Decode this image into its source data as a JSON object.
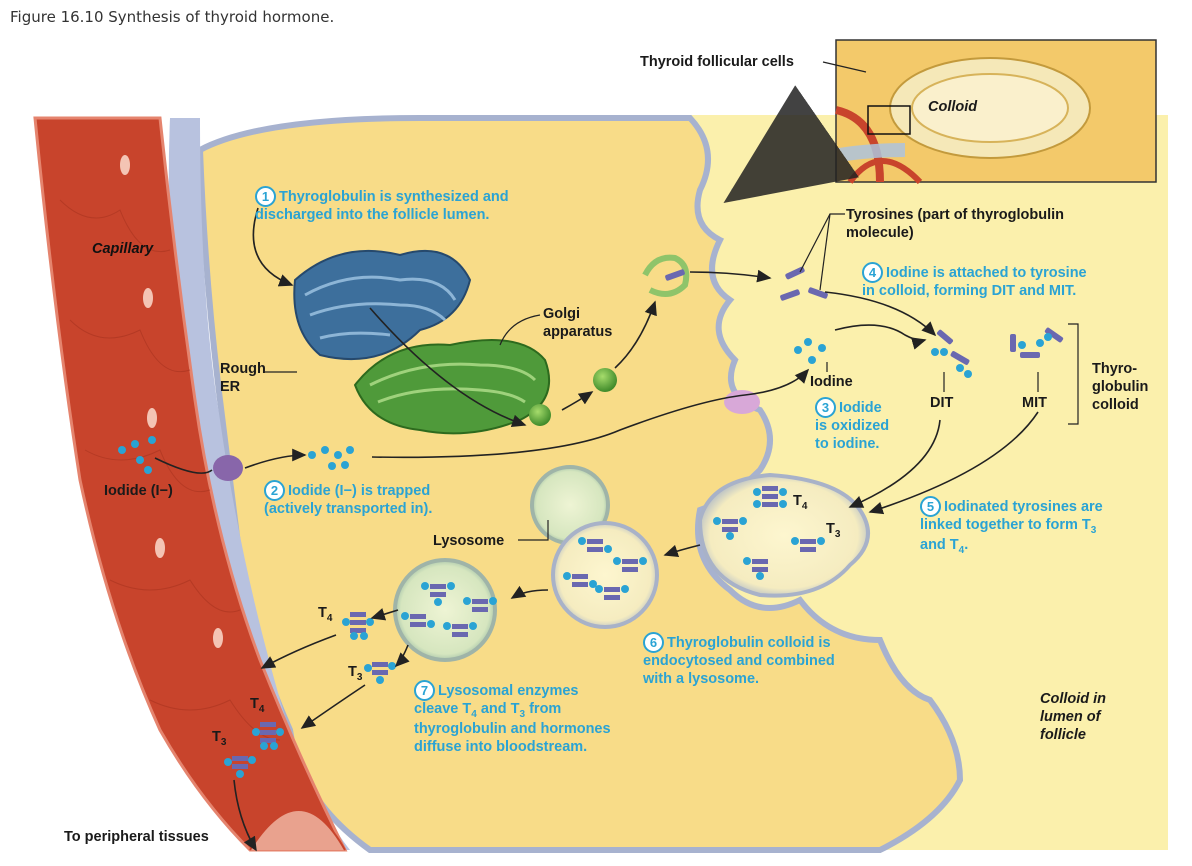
{
  "figure": {
    "caption": "Figure 16.10  Synthesis of thyroid hormone."
  },
  "labels": {
    "thyroid_cells": "Thyroid follicular cells",
    "colloid_inset": "Colloid",
    "capillary": "Capillary",
    "rough_er_1": "Rough",
    "rough_er_2": "ER",
    "golgi_1": "Golgi",
    "golgi_2": "apparatus",
    "tyrosines_1": "Tyrosines (part of thyroglobulin",
    "tyrosines_2": "molecule)",
    "iodine": "Iodine",
    "dit": "DIT",
    "mit": "MIT",
    "thyro_1": "Thyro-",
    "thyro_2": "globulin",
    "thyro_3": "colloid",
    "iodide": "Iodide (I−)",
    "lysosome": "Lysosome",
    "t4": "T",
    "t3": "T",
    "sub4": "4",
    "sub3": "3",
    "to_peripheral": "To peripheral tissues",
    "colloid_lumen_1": "Colloid in",
    "colloid_lumen_2": "lumen of",
    "colloid_lumen_3": "follicle"
  },
  "steps": {
    "s1_num": "1",
    "s1_l1": "Thyroglobulin is synthesized and",
    "s1_l2": "discharged into the follicle lumen.",
    "s2_num": "2",
    "s2_l1": "Iodide (I−) is trapped",
    "s2_l2": "(actively transported in).",
    "s3_num": "3",
    "s3_l1": "Iodide",
    "s3_l2": "is oxidized",
    "s3_l3": "to iodine.",
    "s4_num": "4",
    "s4_l1": "Iodine is attached to tyrosine",
    "s4_l2": "in colloid, forming DIT and MIT.",
    "s5_num": "5",
    "s5_l1": "Iodinated tyrosines are",
    "s5_l2a": "linked together to form T",
    "s5_l2b": "3",
    "s5_l3a": "and T",
    "s5_l3b": "4",
    "s5_l3c": ".",
    "s6_num": "6",
    "s6_l1": "Thyroglobulin colloid is",
    "s6_l2": "endocytosed and combined",
    "s6_l3": "with a lysosome.",
    "s7_num": "7",
    "s7_l1": "Lysosomal enzymes",
    "s7_l2a": "cleave T",
    "s7_l2b": "4",
    "s7_l2c": " and T",
    "s7_l2d": "3",
    "s7_l2e": " from",
    "s7_l3": "thyroglobulin and hormones",
    "s7_l4": "diffuse into bloodstream."
  },
  "colors": {
    "step_text": "#2aa3d4",
    "capillary": "#c8442c",
    "colloid": "#fbefa8",
    "cytoplasm": "#f7dc8c",
    "membrane": "#9aa6c8",
    "golgi": "#4f9a3a",
    "rough_er": "#3d6f9c",
    "iodide": "#2aa3d4",
    "tyrosine": "#6a68b0"
  }
}
